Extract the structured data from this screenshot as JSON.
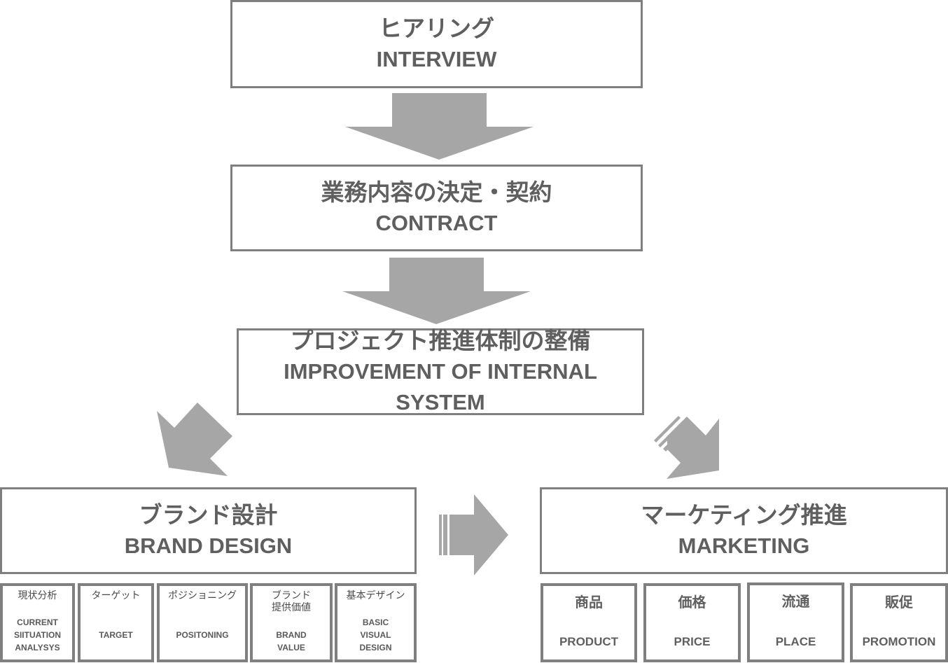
{
  "colors": {
    "box_border": "#7f7f7f",
    "arrow_fill": "#a6a6a6",
    "text": "#5f5f5f"
  },
  "steps": [
    {
      "jp": "ヒアリング",
      "en": "INTERVIEW"
    },
    {
      "jp": "業務内容の決定・契約",
      "en": "CONTRACT"
    },
    {
      "jp": "プロジェクト推進体制の整備",
      "en": "IMPROVEMENT OF INTERNAL SYSTEM"
    }
  ],
  "brand": {
    "jp": "ブランド設計",
    "en": "BRAND DESIGN",
    "items": [
      {
        "jp": "現状分析",
        "en": [
          "CURRENT",
          "SIITUATION",
          "ANALYSYS"
        ]
      },
      {
        "jp": "ターゲット",
        "en": [
          "TARGET"
        ]
      },
      {
        "jp": "ポジショニング",
        "en": [
          "POSITONING"
        ]
      },
      {
        "jp": [
          "ブランド",
          "提供価値"
        ],
        "en": [
          "BRAND",
          "VALUE"
        ]
      },
      {
        "jp": "基本デザイン",
        "en": [
          "BASIC",
          "VISUAL",
          "DESIGN"
        ]
      }
    ]
  },
  "marketing": {
    "jp": "マーケティング推進",
    "en": "MARKETING",
    "items": [
      {
        "jp": "商品",
        "en": "PRODUCT"
      },
      {
        "jp": "価格",
        "en": "PRICE"
      },
      {
        "jp": "流通",
        "en": "PLACE"
      },
      {
        "jp": "販促",
        "en": "PROMOTION"
      }
    ]
  },
  "arrows": [
    {
      "icon": "arrow-down-icon",
      "from": "interview",
      "to": "contract"
    },
    {
      "icon": "arrow-down-icon",
      "from": "contract",
      "to": "internal-system"
    },
    {
      "icon": "arrow-down-left-icon",
      "from": "internal-system",
      "to": "brand-design"
    },
    {
      "icon": "arrow-down-right-icon",
      "from": "internal-system",
      "to": "marketing"
    },
    {
      "icon": "arrow-right-icon",
      "from": "brand-design",
      "to": "marketing"
    }
  ]
}
